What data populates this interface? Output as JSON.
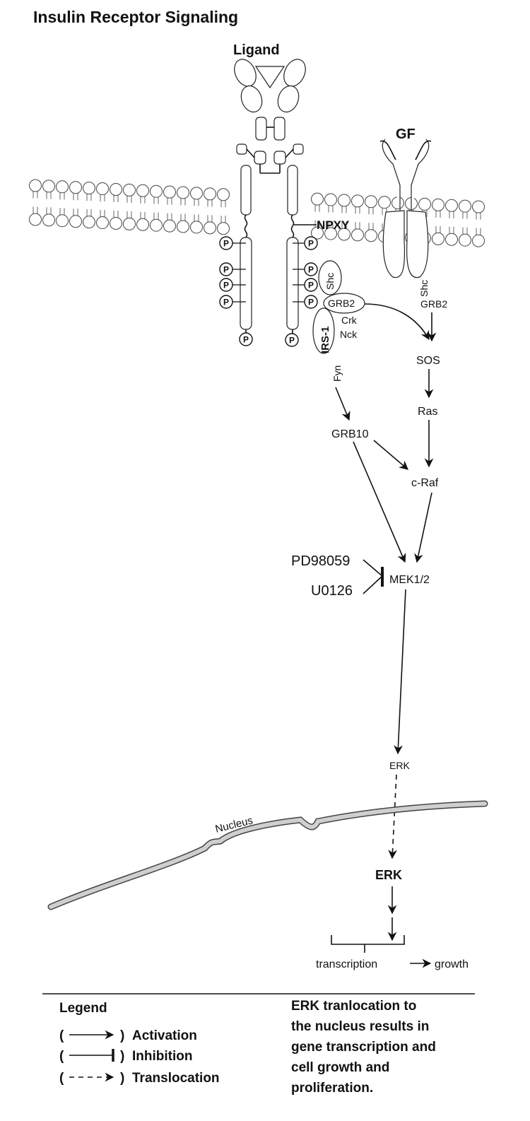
{
  "title": "Insulin Receptor Signaling",
  "receptor": {
    "ligand_label": "Ligand",
    "npxy_label": "NPXY",
    "phospho_label": "P"
  },
  "gf_receptor": {
    "gf_label": "GF",
    "shc_label": "Shc",
    "grb2_label": "GRB2"
  },
  "adaptors": {
    "shc_label": "Shc",
    "grb2_label": "GRB2",
    "irs1_label": "IRS-1",
    "crk_label": "Crk",
    "nck_label": "Nck",
    "fyn_label": "Fyn"
  },
  "pathway": {
    "sos": "SOS",
    "ras": "Ras",
    "grb10": "GRB10",
    "craf": "c-Raf",
    "mek": "MEK1/2",
    "erk_cytoplasm": "ERK",
    "erk_nucleus": "ERK",
    "transcription": "transcription",
    "growth": "growth"
  },
  "inhibitors": [
    "PD98059",
    "U0126"
  ],
  "nucleus_label": "Nucleus",
  "legend": {
    "heading": "Legend",
    "items": [
      {
        "open": "(",
        "close": ")",
        "label": "Activation",
        "kind": "activation"
      },
      {
        "open": "(",
        "close": ")",
        "label": "Inhibition",
        "kind": "inhibition"
      },
      {
        "open": "(",
        "close": ")",
        "label": "Translocation",
        "kind": "translocation"
      }
    ]
  },
  "description": [
    "ERK tranlocation to",
    "the nucleus results in",
    "gene transcription and",
    "cell growth and",
    "proliferation."
  ]
}
